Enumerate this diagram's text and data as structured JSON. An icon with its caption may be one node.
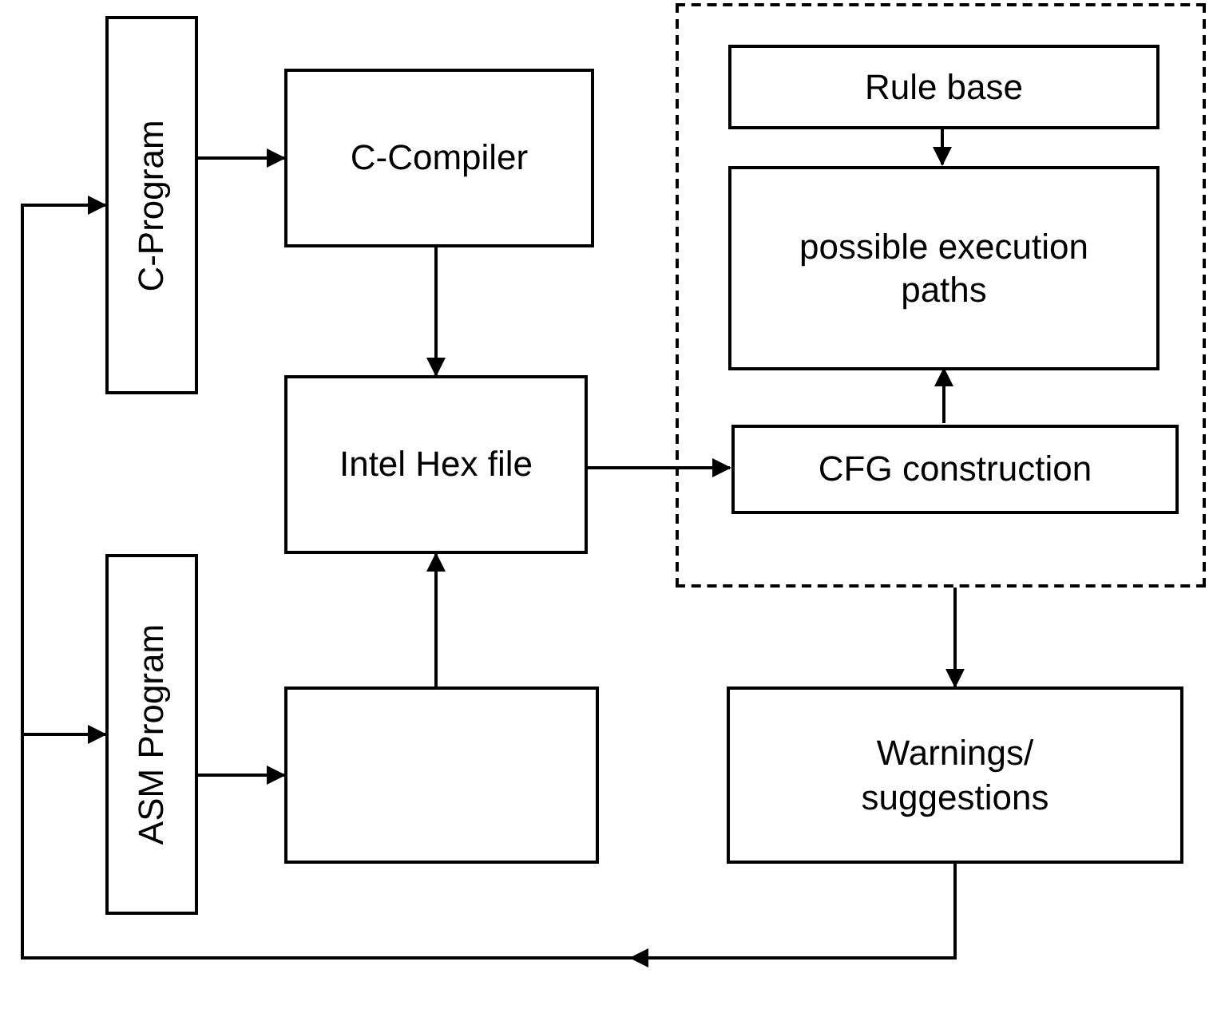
{
  "diagram": {
    "nodes": [
      {
        "text": [
          "C-Program"
        ]
      },
      {
        "text": [
          "C-Compiler"
        ]
      },
      {
        "text": [
          "Intel Hex file"
        ]
      },
      {
        "text": [
          "ASM Program"
        ]
      },
      {
        "text": [],
        "shape": "box"
      },
      {
        "text": [],
        "shape": "box"
      },
      {
        "text": [
          "Rule base"
        ],
        "in": 5
      },
      {
        "text": [
          "possible execution paths"
        ],
        "in": 5
      },
      {
        "text": [
          "CFG construction"
        ],
        "in": 5
      },
      {
        "text": [
          "Warnings/ suggestions"
        ]
      }
    ],
    "edges": [
      {
        "from": 0,
        "to": 1,
        "arrow": "to"
      },
      {
        "from": 1,
        "to": 2,
        "arrow": "to"
      },
      {
        "from": 3,
        "to": 4,
        "arrow": "to"
      },
      {
        "from": 4,
        "to": 2,
        "arrow": "to"
      },
      {
        "from": 2,
        "to": 8,
        "arrow": "to"
      },
      {
        "from": 6,
        "to": 7,
        "arrow": "to"
      },
      {
        "from": 8,
        "to": 7,
        "arrow": "to"
      },
      {
        "from": 5,
        "to": 9,
        "arrow": "to"
      },
      {
        "from": 9,
        "to": 0,
        "arrow": "to"
      },
      {
        "from": 9,
        "to": 3,
        "arrow": "to"
      }
    ]
  }
}
